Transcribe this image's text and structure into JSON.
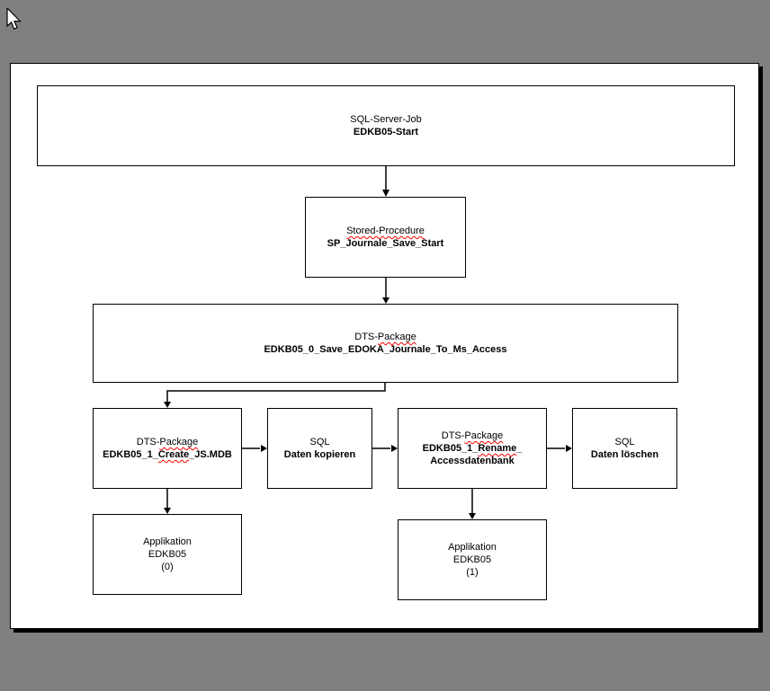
{
  "window": {
    "background_color": "#808080",
    "paper_color": "#ffffff",
    "line_color": "#000000",
    "squiggle_color": "#ff0000",
    "cursor_icon": "arrow-pointer-icon"
  },
  "diagram": {
    "nodes": {
      "sql_server_job": {
        "t1a": "SQL-Server-Job",
        "t2a": "EDKB05-Start"
      },
      "stored_procedure": {
        "t1b": "Stored-Procedure",
        "t2a": "SP_Journale_Save_Start"
      },
      "dts_save_journale": {
        "t1a": "DTS-",
        "t1b": "Package",
        "t2a": "EDKB05_0_Save_EDOKA_Journale_To_Ms_Access"
      },
      "dts_create_js_mdb": {
        "t1a": "DTS-",
        "t1b": "Package",
        "t2a": "EDKB05_1_",
        "t2b": "Create",
        "t2c": "_JS.MDB"
      },
      "sql_daten_kopieren": {
        "t1a": "SQL",
        "t2a": "Daten kopieren"
      },
      "dts_rename_accessdb": {
        "t1a": "DTS-",
        "t1b": "Package",
        "t2a": "EDKB05_1_",
        "t2b": "Rename",
        "t2c": "_",
        "t3a": "Accessdatenbank"
      },
      "sql_daten_loeschen": {
        "t1a": "SQL",
        "t2a": "Daten löschen"
      },
      "applikation_edkb05_0": {
        "t1a": "Applikation",
        "t2a": "EDKB05",
        "t3a": "(0)"
      },
      "applikation_edkb05_1": {
        "t1a": "Applikation",
        "t2a": "EDKB05",
        "t3a": "(1)"
      }
    }
  }
}
